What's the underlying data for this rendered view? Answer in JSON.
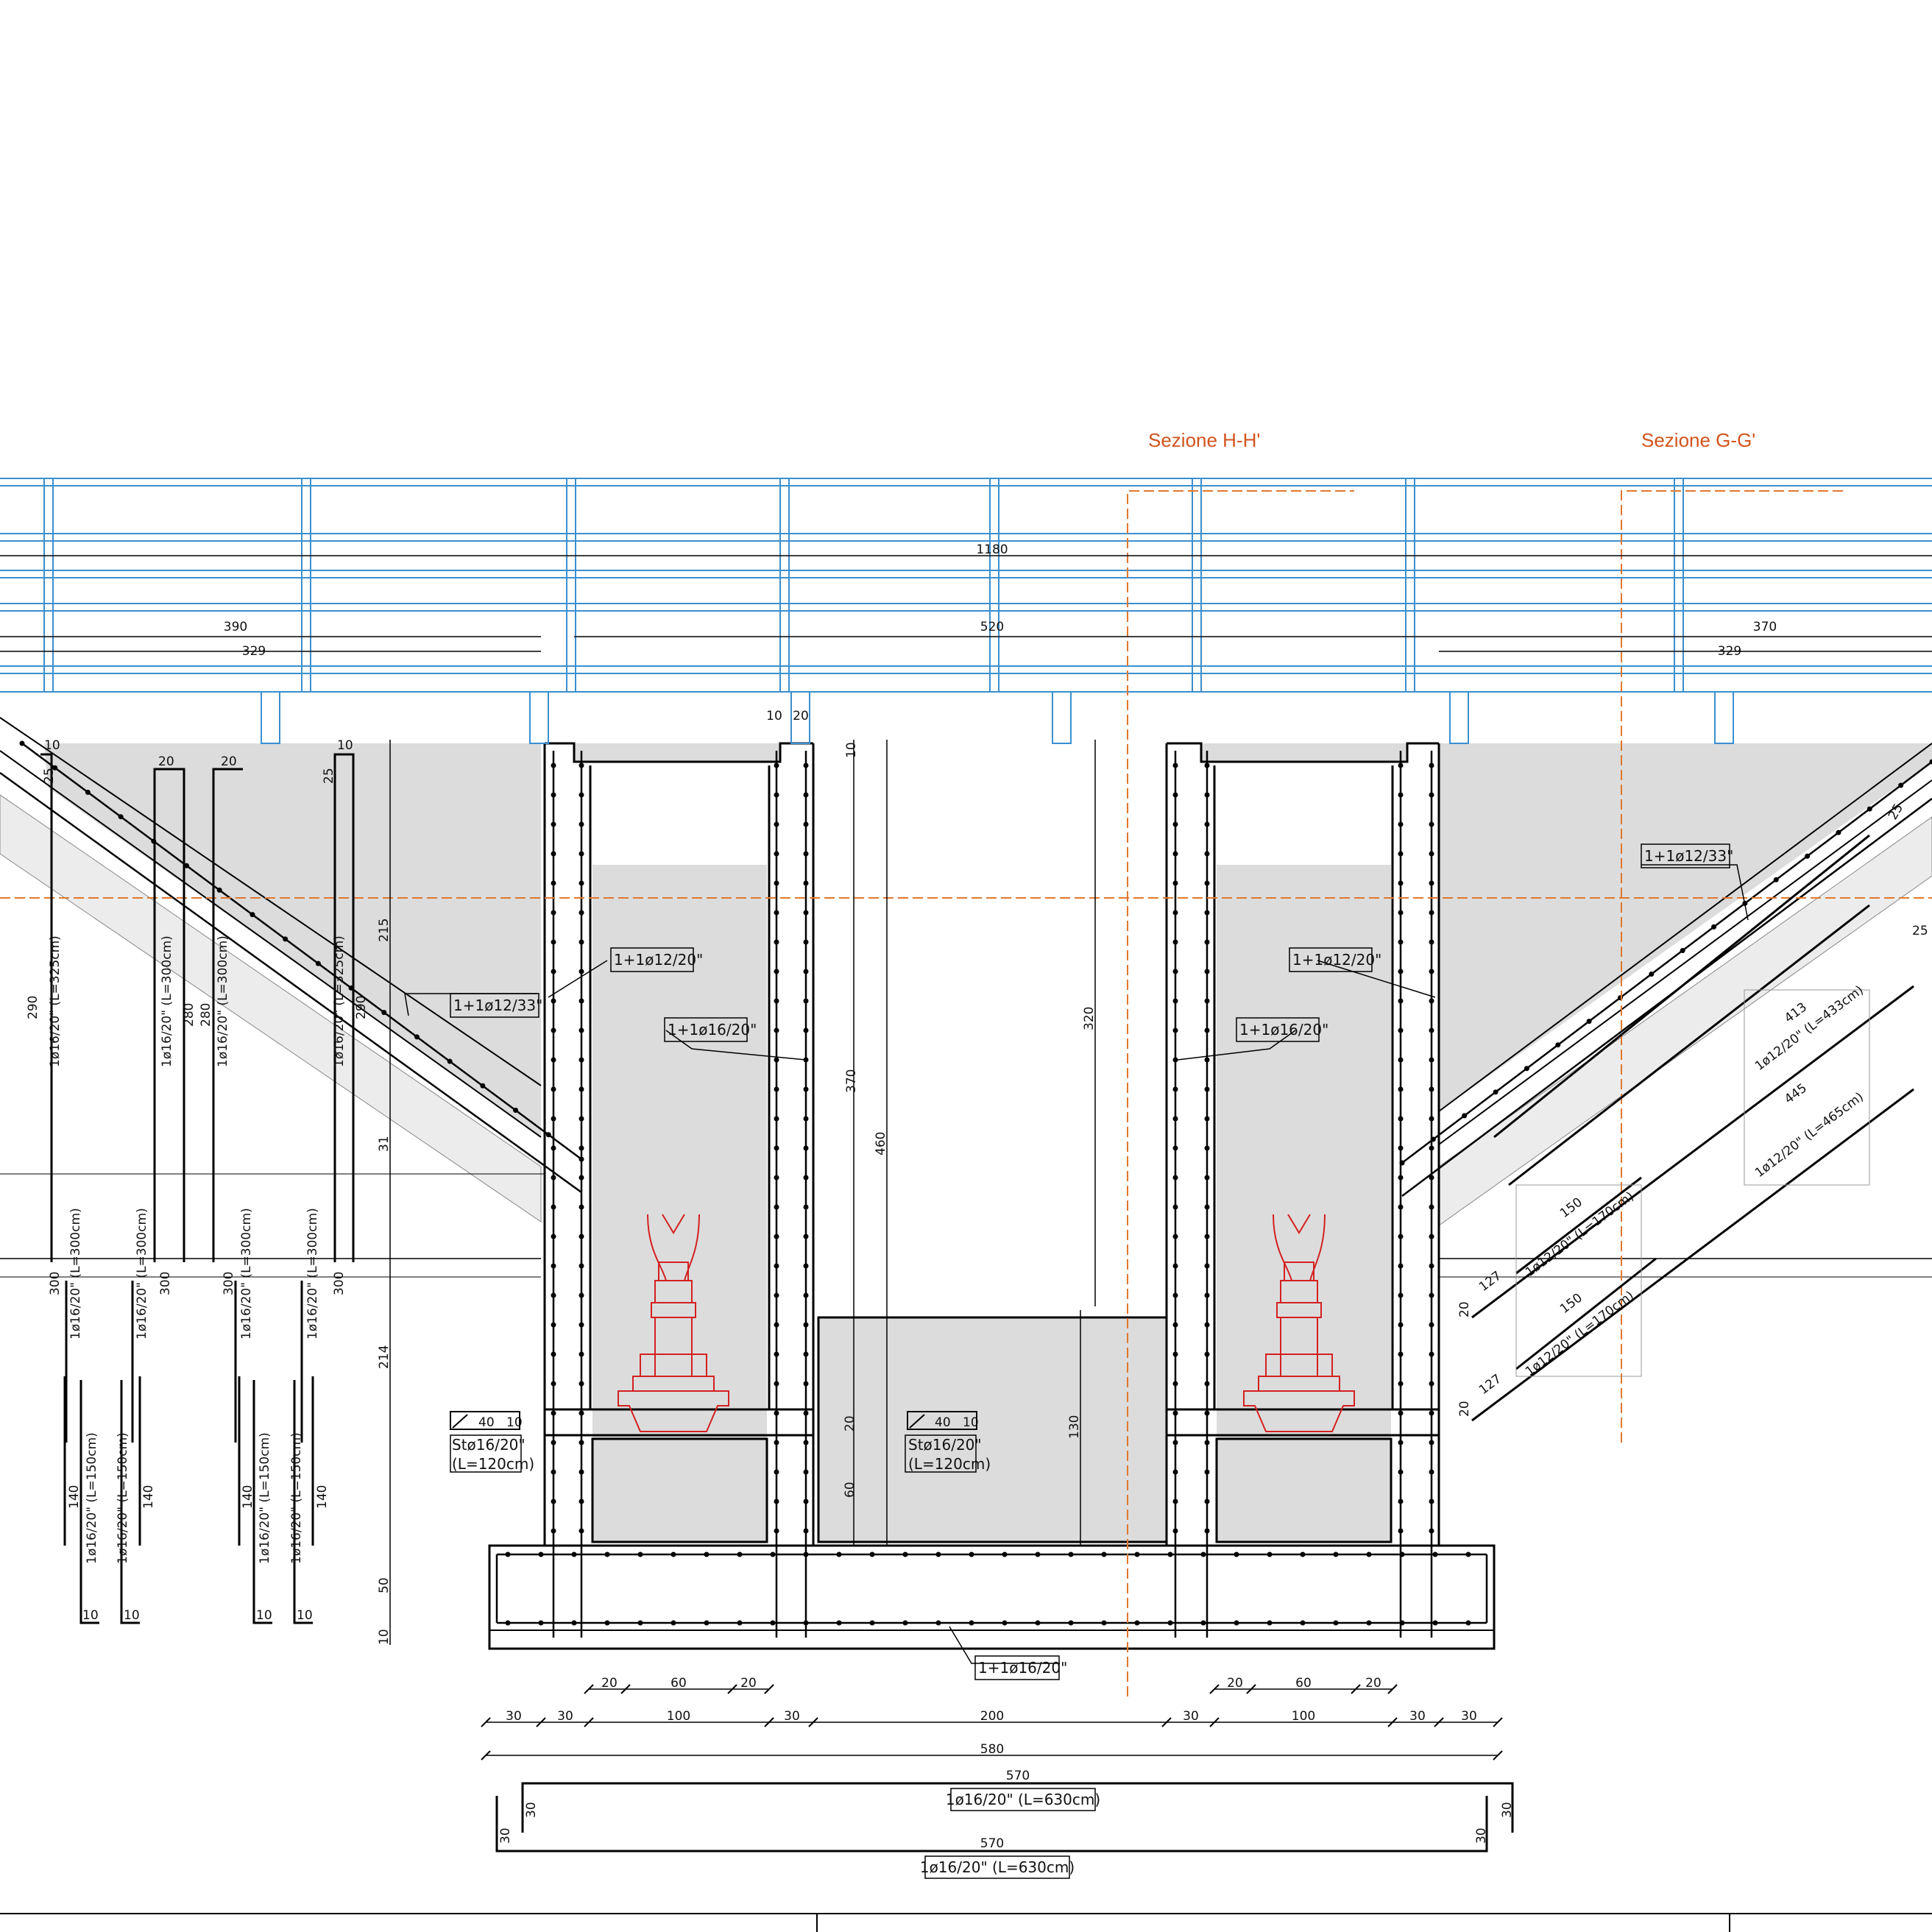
{
  "sections": {
    "h": "Sezione H-H'",
    "g": "Sezione G-G'"
  },
  "colors": {
    "railing": "#3a8fcf",
    "section_line": "#e0782e",
    "pump": "#d42020",
    "concrete": "#dcdcdc"
  },
  "dims_top": {
    "total": "1180",
    "left": "390",
    "left_inner": "329",
    "mid": "520",
    "right": "370",
    "right_inner": "329",
    "w10": "10",
    "w20": "20"
  },
  "labels": {
    "l_1233_left": "1+1ø12/33\"",
    "l_1233_right": "1+1ø12/33\"",
    "l_1220_left": "1+1ø12/20\"",
    "l_1220_right": "1+1ø12/20\"",
    "l_1620_left": "1+1ø16/20\"",
    "l_1620_right": "1+1ø16/20\"",
    "l_1620_base": "1+1ø16/20\"",
    "st_left_a": "Stø16/20\"",
    "st_left_b": "(L=120cm)",
    "st_right_a": "Stø16/20\"",
    "st_right_b": "(L=120cm)",
    "st_icon": "40",
    "st_icon_small": "10"
  },
  "vertical_bars": [
    "1ø16/20\" (L=325cm)",
    "1ø16/20\" (L=300cm)",
    "1ø16/20\" (L=300cm)",
    "1ø16/20\" (L=325cm)",
    "1ø16/20\" (L=300cm)",
    "1ø16/20\" (L=300cm)",
    "1ø16/20\" (L=300cm)",
    "1ø16/20\" (L=300cm)",
    "1ø16/20\" (L=150cm)",
    "1ø16/20\" (L=150cm)",
    "1ø16/20\" (L=150cm)",
    "1ø16/20\" (L=150cm)"
  ],
  "right_bars": {
    "b413": "1ø12/20\" (L=433cm)",
    "n413": "413",
    "b445": "1ø12/20\" (L=465cm)",
    "n445": "445",
    "b150a": "1ø12/20\" (L=170cm)",
    "n150a": "150",
    "b150b": "1ø12/20\" (L=170cm)",
    "n150b": "150",
    "n127": "127",
    "n25": "25"
  },
  "bar_dims": {
    "d10": "10",
    "d20": "20",
    "d25": "25",
    "d290": "290",
    "d280": "280",
    "d300": "300",
    "d140": "140"
  },
  "vert_dims": {
    "v215": "215",
    "v31": "31",
    "v214": "214",
    "v50": "50",
    "v10": "10",
    "v370": "370",
    "v460": "460",
    "v320": "320",
    "v130": "130",
    "v20": "20",
    "v60": "60"
  },
  "bottom_dims": {
    "a20": "20",
    "a60": "60",
    "b30": "30",
    "b100": "100",
    "b200": "200",
    "total": "580",
    "bar570a": "570",
    "bar570b": "570",
    "bar630a": "1ø16/20\" (L=630cm)",
    "bar630b": "1ø16/20\" (L=630cm)",
    "h30": "30"
  }
}
